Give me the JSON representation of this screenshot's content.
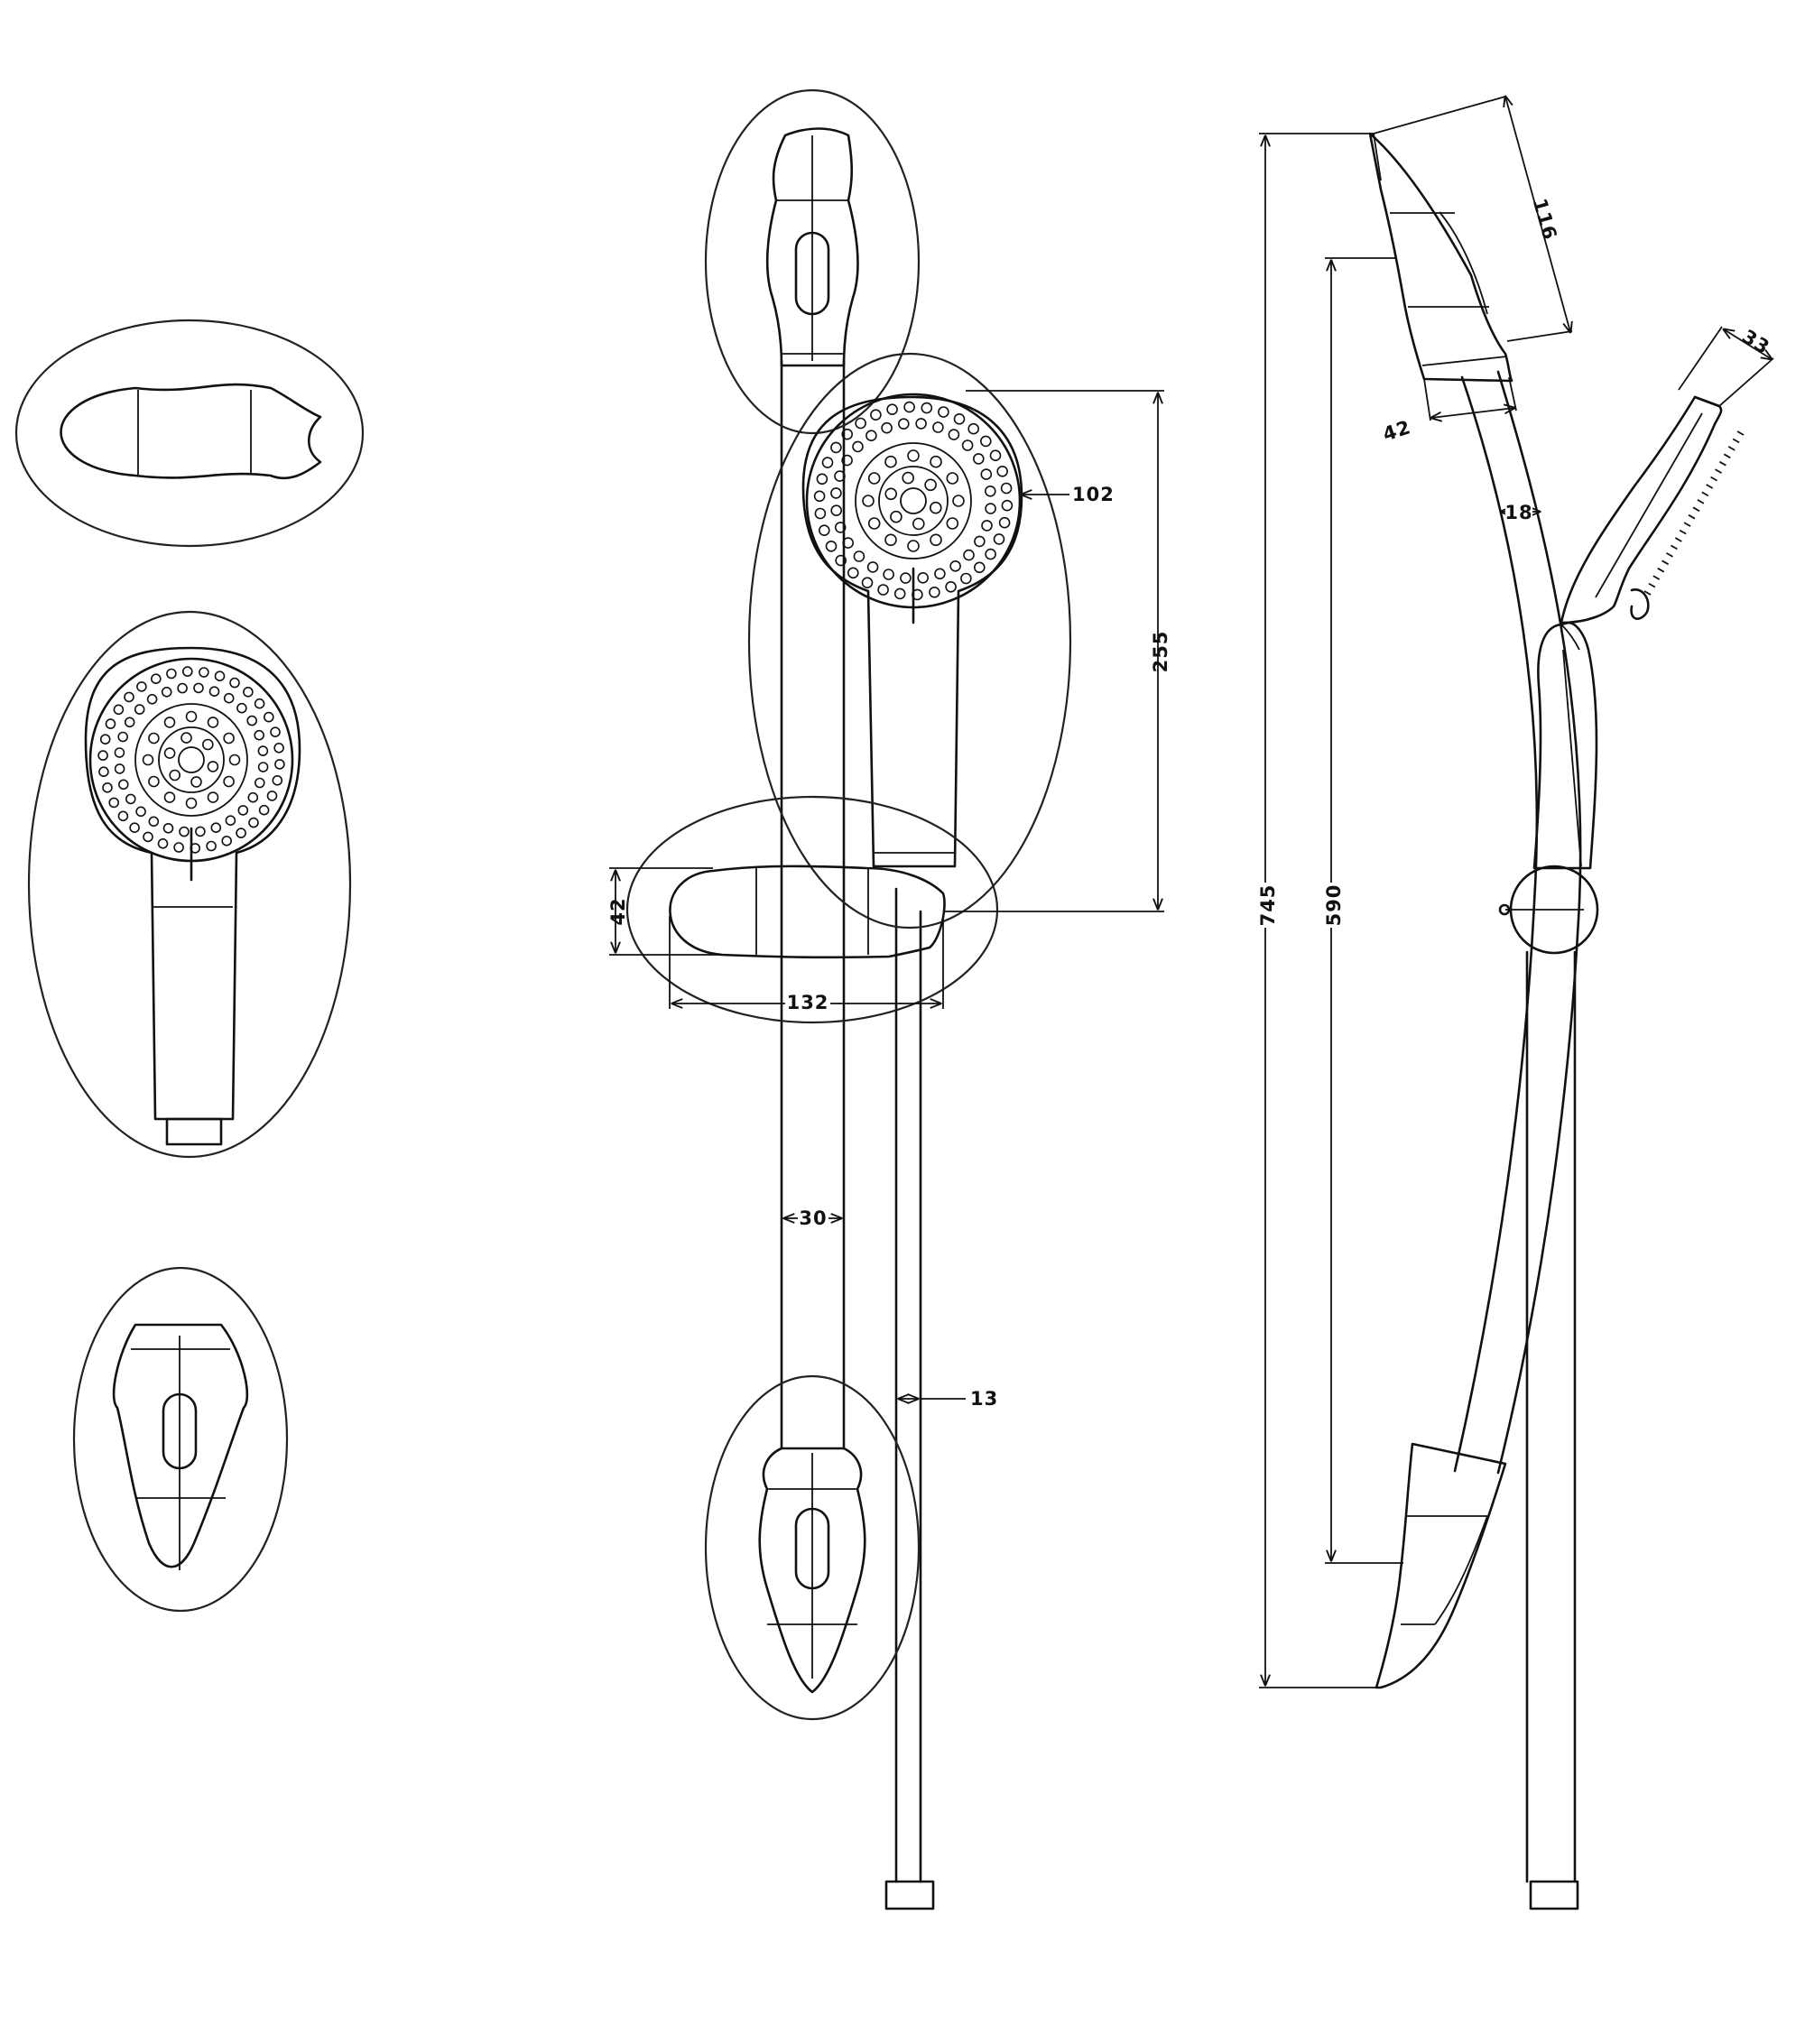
{
  "dimensions": {
    "mount_pitch": "42",
    "riser_length": "745",
    "fixing_centres": "590",
    "bracket_depth": "116",
    "head_thickness": "33",
    "rail_offset": "18",
    "head_diameter": "102",
    "head_height": "255",
    "slider_height": "42",
    "slider_width": "132",
    "rail_diameter": "30",
    "hose_diameter": "13"
  }
}
